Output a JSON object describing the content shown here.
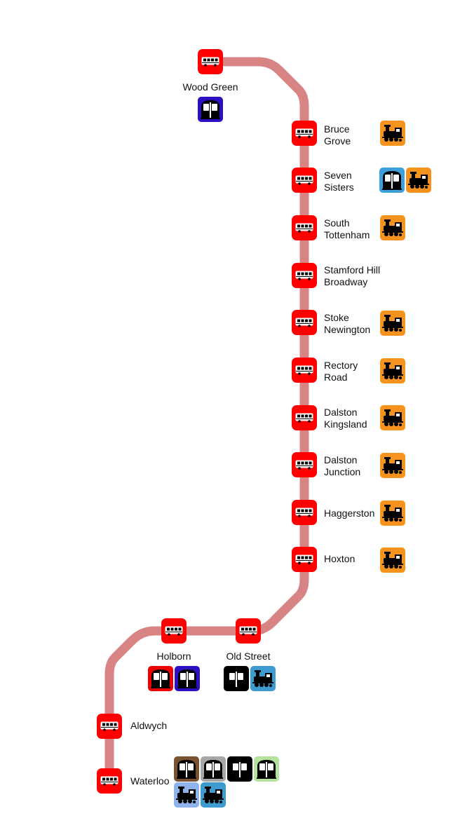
{
  "route_color": "#d98484",
  "stop_color": "#ff0000",
  "stops": [
    {
      "name": "Wood Green",
      "icons": [
        {
          "type": "tube",
          "color": "#2b0fc1"
        }
      ]
    },
    {
      "name": "Bruce\nGrove",
      "icons": [
        {
          "type": "train",
          "color": "#f6921e"
        }
      ]
    },
    {
      "name": "Seven\nSisters",
      "icons": [
        {
          "type": "tube",
          "color": "#3ca0dc"
        },
        {
          "type": "train",
          "color": "#f6921e"
        }
      ]
    },
    {
      "name": "South\nTottenham",
      "icons": [
        {
          "type": "train",
          "color": "#f6921e"
        }
      ]
    },
    {
      "name": "Stamford Hill\nBroadway",
      "icons": []
    },
    {
      "name": "Stoke\nNewington",
      "icons": [
        {
          "type": "train",
          "color": "#f6921e"
        }
      ]
    },
    {
      "name": "Rectory\nRoad",
      "icons": [
        {
          "type": "train",
          "color": "#f6921e"
        }
      ]
    },
    {
      "name": "Dalston\nKingsland",
      "icons": [
        {
          "type": "train",
          "color": "#f6921e"
        }
      ]
    },
    {
      "name": "Dalston\nJunction",
      "icons": [
        {
          "type": "train",
          "color": "#f6921e"
        }
      ]
    },
    {
      "name": "Haggerston",
      "icons": [
        {
          "type": "train",
          "color": "#f6921e"
        }
      ]
    },
    {
      "name": "Hoxton",
      "icons": [
        {
          "type": "train",
          "color": "#f6921e"
        }
      ]
    },
    {
      "name": "Old Street",
      "icons": [
        {
          "type": "tube",
          "color": "#000000"
        },
        {
          "type": "train",
          "color": "#3d9bd0"
        }
      ]
    },
    {
      "name": "Holborn",
      "icons": [
        {
          "type": "tube",
          "color": "#ee0000"
        },
        {
          "type": "tube",
          "color": "#2b0fc1"
        }
      ]
    },
    {
      "name": "Aldwych",
      "icons": []
    },
    {
      "name": "Waterloo",
      "icons": [
        {
          "type": "tube",
          "color": "#7b5230"
        },
        {
          "type": "tube",
          "color": "#a6a6a6"
        },
        {
          "type": "tube",
          "color": "#000000"
        },
        {
          "type": "tube",
          "color": "#b3e39c"
        },
        {
          "type": "train",
          "color": "#8fb4ec"
        },
        {
          "type": "train",
          "color": "#3d9bd0"
        }
      ]
    }
  ],
  "icon_names": {
    "bus": "bus-icon",
    "tube": "tube-train-icon",
    "train": "steam-train-icon"
  }
}
